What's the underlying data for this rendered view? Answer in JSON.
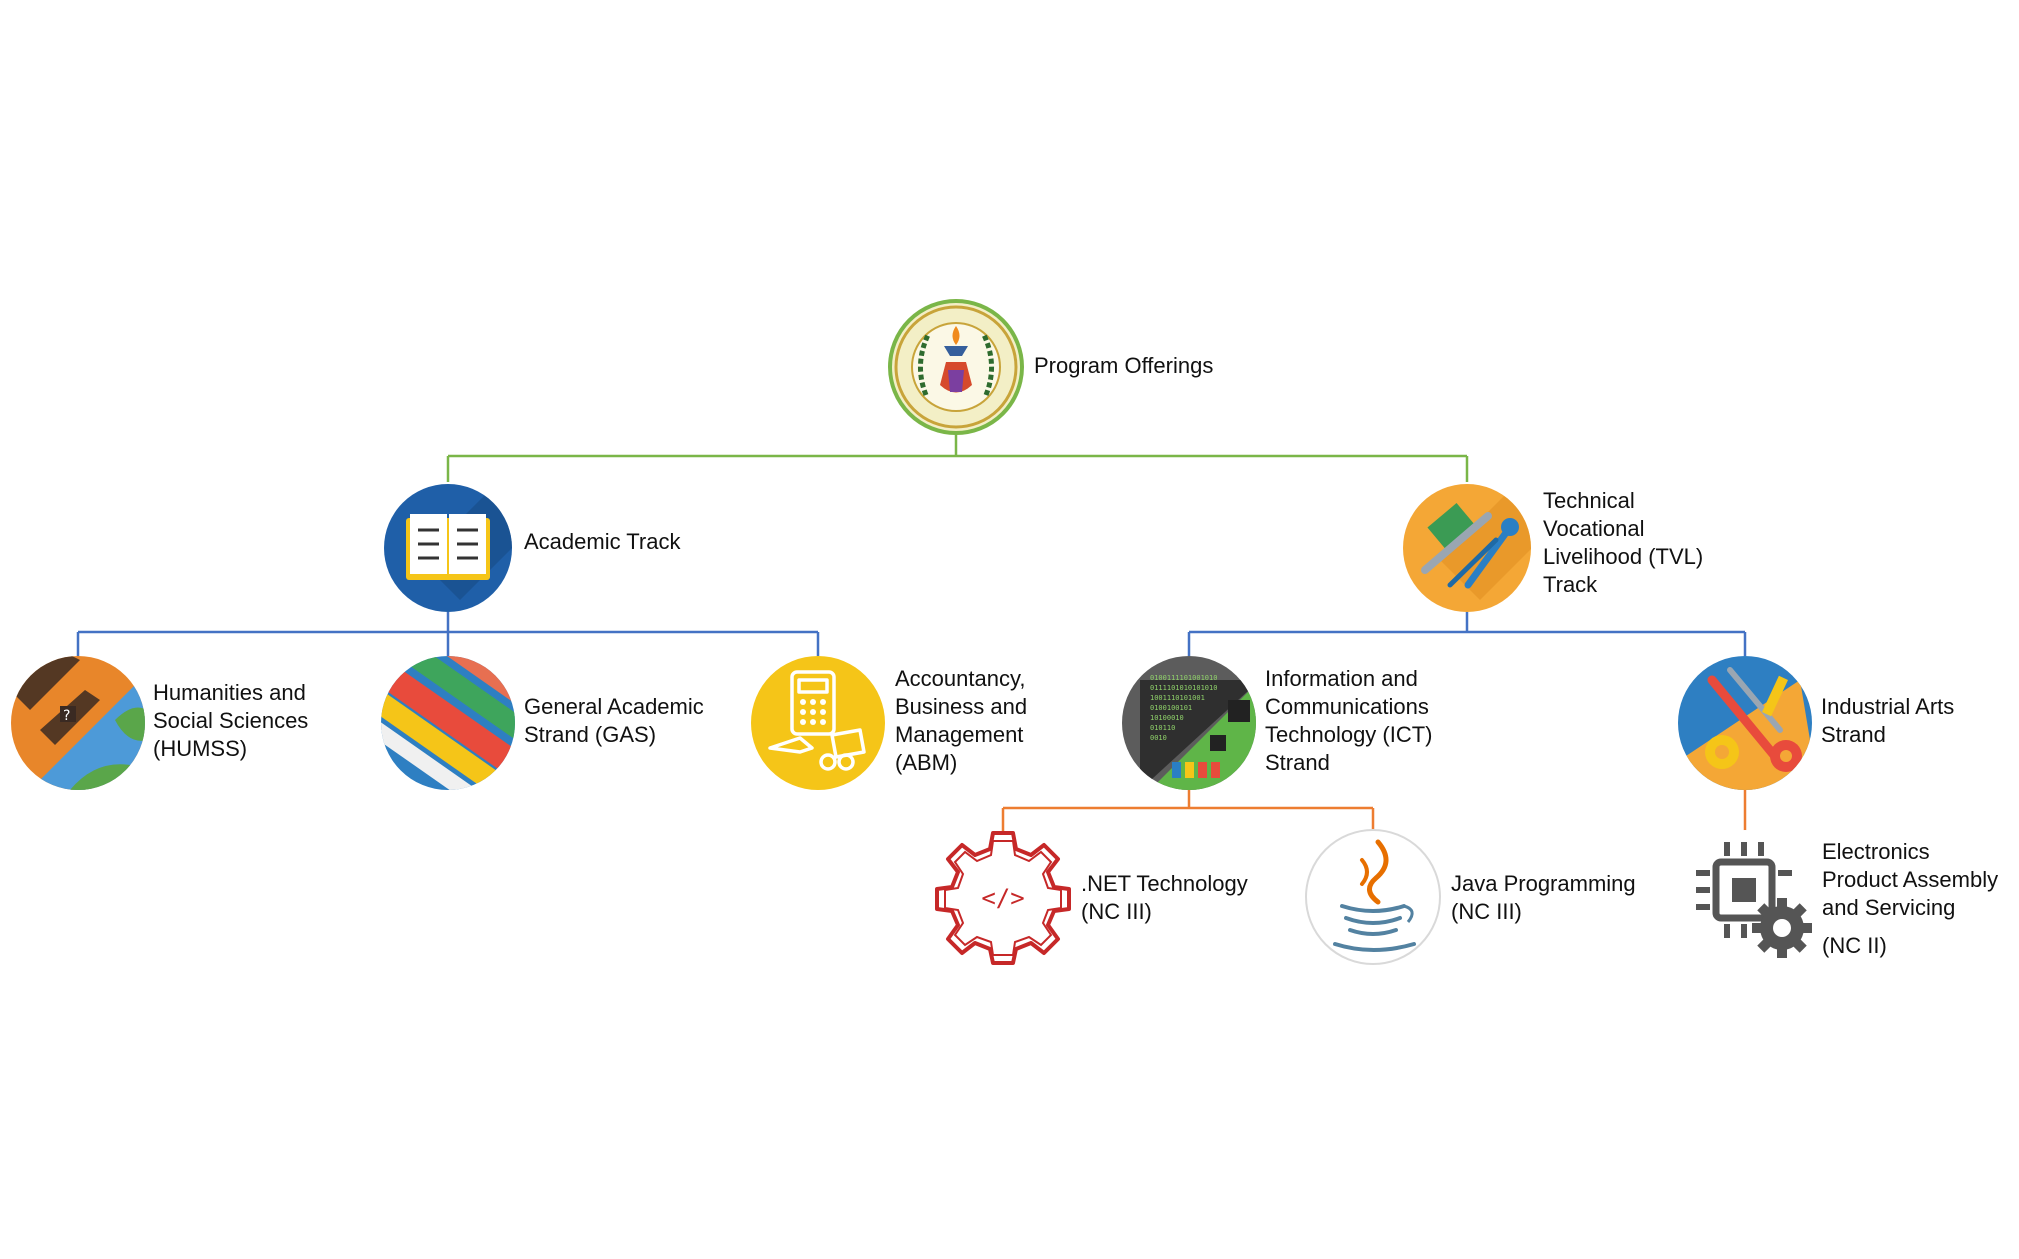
{
  "title": "Program Offerings",
  "colors": {
    "root_connector": "#7ab648",
    "academic_connector": "#4472c4",
    "tvl_connector": "#4472c4",
    "specialization_connector": "#ed7d31",
    "academic_blue": "#1f5fa8",
    "tvl_orange": "#f4a736",
    "abm_yellow": "#f5c518",
    "net_red": "#c62828",
    "java_orange": "#e76f00",
    "java_blue": "#5382a1",
    "chip_grey": "#555555"
  },
  "tracks": {
    "academic": {
      "icon": "open-book-icon",
      "label": [
        "Academic Track"
      ],
      "strands": {
        "humss": {
          "icon": "globe-puzzle-icon",
          "label": [
            "Humanities and",
            "Social Sciences",
            "(HUMSS)"
          ]
        },
        "gas": {
          "icon": "books-stack-icon",
          "label": [
            "General Academic",
            "Strand (GAS)"
          ]
        },
        "abm": {
          "icon": "calculator-icon",
          "label": [
            "Accountancy,",
            "Business and",
            "Management",
            "(ABM)"
          ]
        }
      }
    },
    "tvl": {
      "icon": "tools-icon",
      "label": [
        "Technical",
        "Vocational",
        "Livelihood (TVL)",
        "Track"
      ],
      "strands": {
        "ict": {
          "icon": "circuit-board-icon",
          "label": [
            "Information and",
            "Communications",
            "Technology (ICT)",
            "Strand"
          ],
          "specializations": {
            "net": {
              "icon": "gear-code-icon",
              "label": [
                ".NET Technology",
                "(NC III)"
              ]
            },
            "java": {
              "icon": "java-coffee-icon",
              "label": [
                "Java Programming",
                "(NC III)"
              ]
            }
          }
        },
        "industrial": {
          "icon": "industrial-tools-icon",
          "label": [
            "Industrial Arts",
            "Strand"
          ],
          "specializations": {
            "electronics": {
              "icon": "chip-gear-icon",
              "label": [
                "Electronics",
                "Product Assembly",
                "and Servicing"
              ],
              "level": "(NC II)"
            }
          }
        }
      }
    }
  }
}
